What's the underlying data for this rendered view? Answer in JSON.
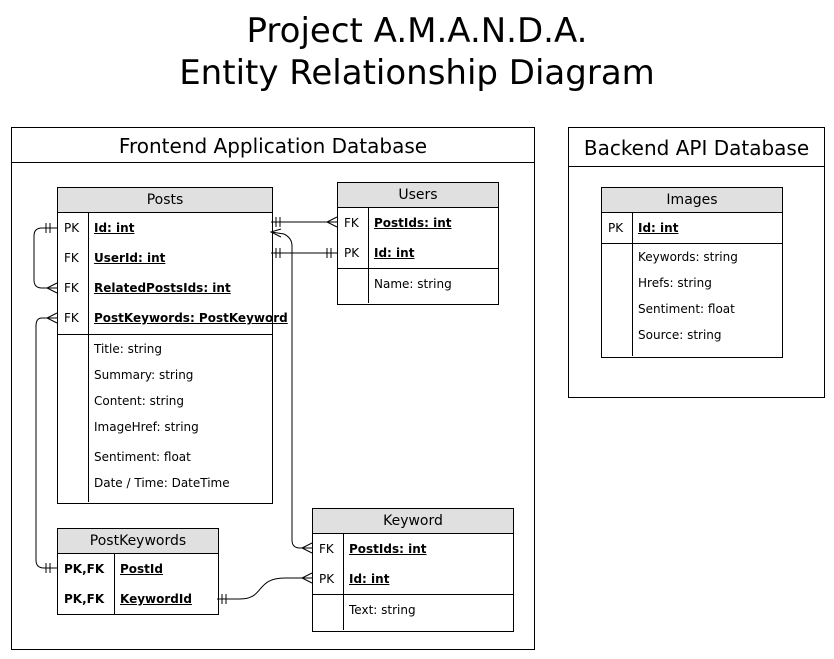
{
  "title": {
    "line1": "Project A.M.A.N.D.A.",
    "line2": "Entity Relationship Diagram"
  },
  "groups": {
    "frontend": "Frontend Application Database",
    "backend": "Backend API Database"
  },
  "posts": {
    "name": "Posts",
    "keys": [
      {
        "type": "PK",
        "name": "Id: int"
      },
      {
        "type": "FK",
        "name": "UserId: int"
      },
      {
        "type": "FK",
        "name": "RelatedPostsIds: int"
      },
      {
        "type": "FK",
        "name": "PostKeywords: PostKeyword"
      }
    ],
    "attrs": [
      "Title: string",
      "Summary: string",
      "Content: string",
      "ImageHref: string",
      "Sentiment: float",
      "Date / Time: DateTime"
    ]
  },
  "users": {
    "name": "Users",
    "keys": [
      {
        "type": "FK",
        "name": "PostIds: int"
      },
      {
        "type": "PK",
        "name": "Id: int"
      }
    ],
    "attrs": [
      "Name: string"
    ]
  },
  "postkeywords": {
    "name": "PostKeywords",
    "keys": [
      {
        "type": "PK,FK",
        "name": "PostId"
      },
      {
        "type": "PK,FK",
        "name": "KeywordId"
      }
    ]
  },
  "keyword": {
    "name": "Keyword",
    "keys": [
      {
        "type": "FK",
        "name": "PostIds: int"
      },
      {
        "type": "PK",
        "name": "Id: int"
      }
    ],
    "attrs": [
      "Text: string"
    ]
  },
  "images": {
    "name": "Images",
    "keys": [
      {
        "type": "PK",
        "name": "Id: int"
      }
    ],
    "attrs": [
      "Keywords: string",
      "Hrefs: string",
      "Sentiment: float",
      "Source: string"
    ]
  }
}
